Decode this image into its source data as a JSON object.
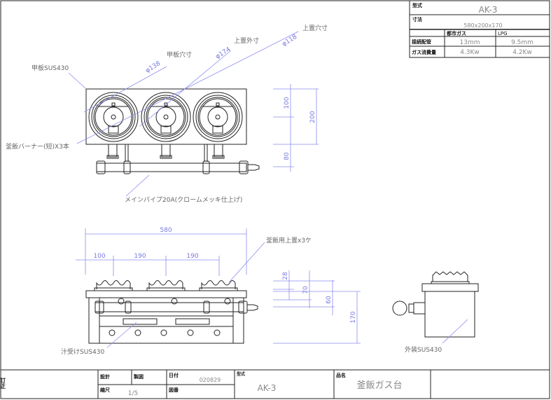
{
  "spec_table": {
    "model_label": "型式",
    "model_value": "AK-3",
    "size_label": "寸法",
    "size_value": "580x200x170",
    "col_city_gas": "都市ガス",
    "col_lpg": "LPG",
    "pipe_label": "接続配管",
    "pipe_city": "13mm",
    "pipe_lpg": "9.5mm",
    "consumption_label": "ガス消費量",
    "consumption_city": "4.3Kw",
    "consumption_lpg": "4.2Kw"
  },
  "top_view": {
    "top_plate": "甲板SUS430",
    "burner": "釜飯バーナー(短)X3本",
    "plate_hole": "甲板穴寸",
    "rack_outer": "上置外寸",
    "rack_hole": "上置穴寸",
    "dia_138": "φ138",
    "dia_174": "φ174",
    "dia_118": "φ118",
    "main_pipe": "メインパイプ20A(クロームメッキ仕上げ)",
    "dim_100": "100",
    "dim_80": "80",
    "dim_200": "200"
  },
  "front_view": {
    "dim_580": "580",
    "dim_100": "100",
    "dim_190a": "190",
    "dim_190b": "190",
    "rack": "釜飯用上置x3ケ",
    "drip_tray": "汁受けSUS430",
    "dim_28": "28",
    "dim_70": "70",
    "dim_60": "60",
    "dim_170": "170"
  },
  "side_view": {
    "exterior": "外装SUS430"
  },
  "title_block": {
    "revision": "訂正",
    "design": "設計",
    "drafting": "製図",
    "date_label": "日付",
    "date_value": "020829",
    "scale_label": "縮尺",
    "scale_value": "1/5",
    "drawing_no_label": "図番",
    "model_label": "型式",
    "model_value": "AK-3",
    "product_label": "品名",
    "product_value": "釜飯ガス台"
  }
}
